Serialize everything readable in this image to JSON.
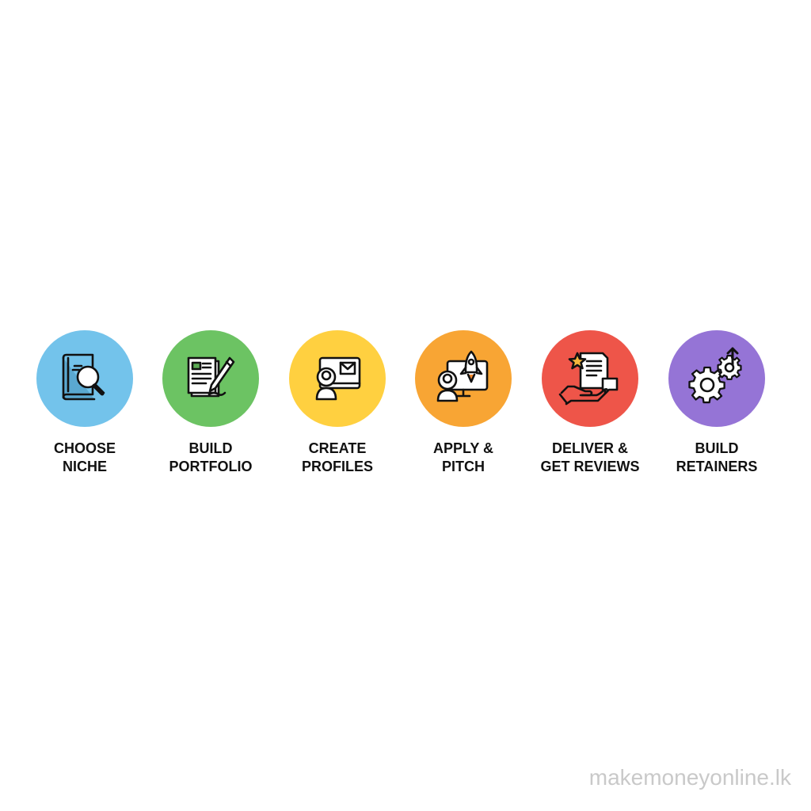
{
  "steps": [
    {
      "line1": "CHOOSE",
      "line2": "NICHE",
      "color": "#73C3EB",
      "icon": "book-magnifier-icon"
    },
    {
      "line1": "BUILD",
      "line2": "PORTFOLIO",
      "color": "#6CC363",
      "icon": "document-pen-icon"
    },
    {
      "line1": "CREATE",
      "line2": "PROFILES",
      "color": "#FFD040",
      "icon": "profile-mail-icon"
    },
    {
      "line1": "APPLY &",
      "line2": "PITCH",
      "color": "#F8A534",
      "icon": "rocket-monitor-icon"
    },
    {
      "line1": "DELIVER &",
      "line2": "GET REVIEWS",
      "color": "#EE5549",
      "icon": "review-hand-icon"
    },
    {
      "line1": "BUILD",
      "line2": "RETAINERS",
      "color": "#9574D6",
      "icon": "gears-icon"
    }
  ],
  "watermark": "makemoneyonline.lk"
}
